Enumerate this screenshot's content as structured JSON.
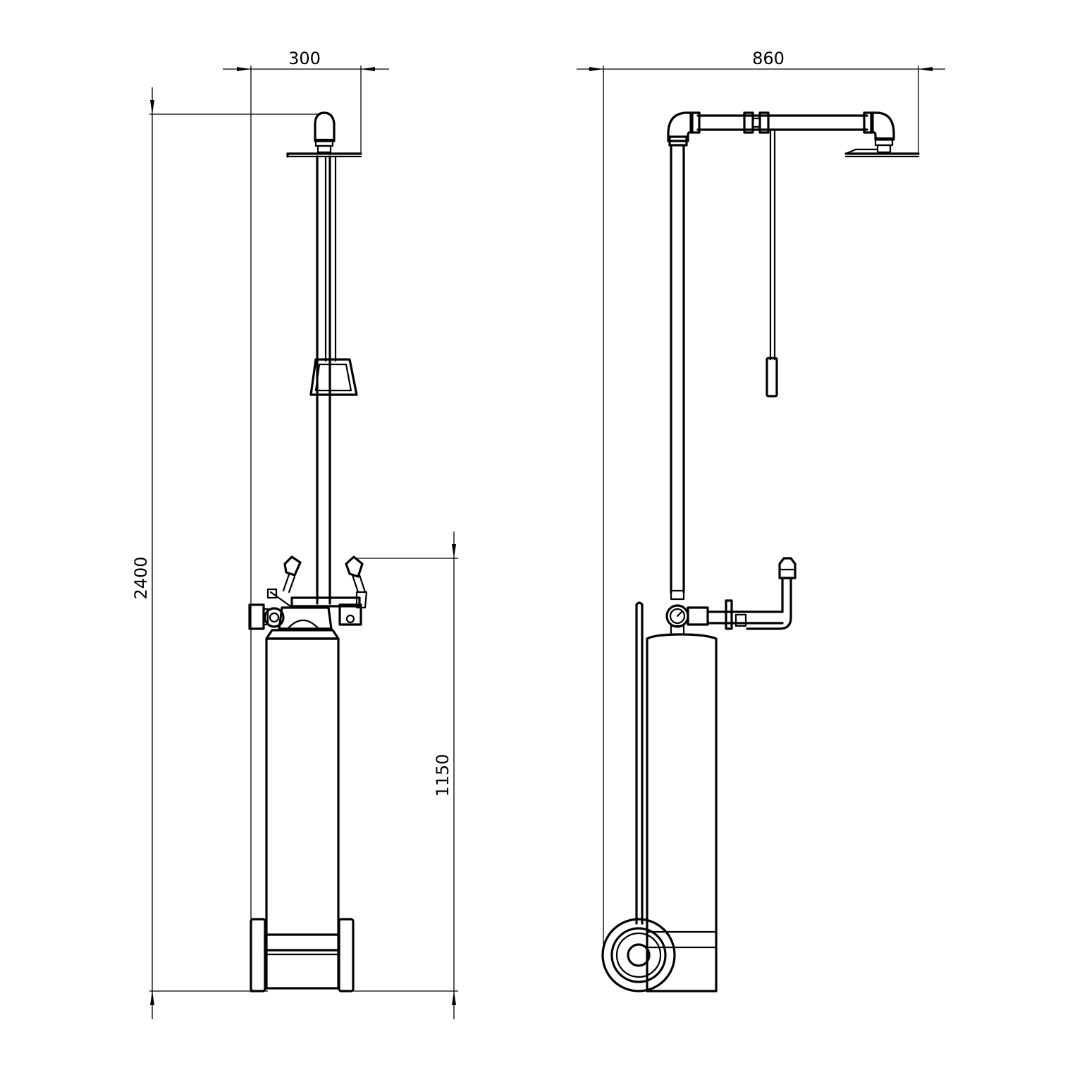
{
  "dimensions": {
    "side_width": "300",
    "front_width": "860",
    "total_height": "2400",
    "eyewash_height": "1150"
  },
  "colors": {
    "line": "#000000",
    "background": "#ffffff"
  }
}
